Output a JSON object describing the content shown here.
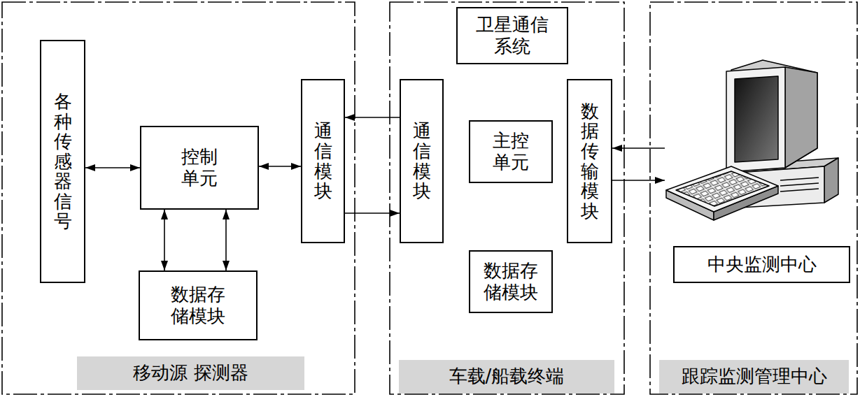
{
  "diagram": {
    "nodes": [
      {
        "text": [
          "移动源 探测器"
        ]
      },
      {
        "text": [
          "各种传感器信号"
        ],
        "in": 0
      },
      {
        "text": [
          "控制单元"
        ],
        "in": 0
      },
      {
        "text": [
          "数据存储模块"
        ],
        "in": 0
      },
      {
        "text": [
          "通信模块"
        ],
        "in": 0
      },
      {
        "text": [
          "车载/船载终端"
        ]
      },
      {
        "text": [
          "卫星通信系统"
        ],
        "in": 5
      },
      {
        "text": [
          "通信模块"
        ],
        "in": 5
      },
      {
        "text": [
          "主控单元"
        ],
        "in": 5
      },
      {
        "text": [
          "数据传输模块"
        ],
        "in": 5
      },
      {
        "text": [
          "数据存储模块"
        ],
        "in": 5
      },
      {
        "text": [
          "跟踪监测管理中心"
        ]
      },
      {
        "text": [
          "中央监测中心"
        ],
        "in": 11
      }
    ],
    "edges": [
      {
        "from": 1,
        "to": 2,
        "arrow": "both"
      },
      {
        "from": 2,
        "to": 4,
        "arrow": "both"
      },
      {
        "from": 2,
        "to": 3,
        "arrow": "both"
      },
      {
        "from": 2,
        "to": 3,
        "arrow": "both"
      },
      {
        "from": 7,
        "to": 4,
        "arrow": "to"
      },
      {
        "from": 4,
        "to": 7,
        "arrow": "to"
      },
      {
        "from": 12,
        "to": 9,
        "arrow": "to"
      },
      {
        "from": 9,
        "to": 12,
        "arrow": "to"
      }
    ]
  }
}
